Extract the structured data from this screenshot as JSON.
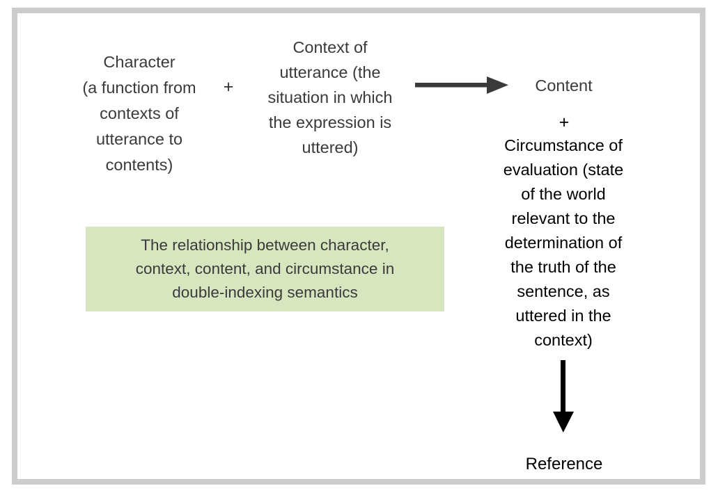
{
  "diagram": {
    "title": "Double-indexing semantics diagram",
    "frame": {
      "border_color": "#cccccc",
      "background": "#ffffff"
    },
    "left_column": {
      "label": "Character\n(a function from\ncontexts of\nutterance to\ncontents)",
      "color": "#3a3a3a"
    },
    "operator_1": "+",
    "middle_column": {
      "label": "Context of\nutterance (the\nsituation in which\nthe expression is\nuttered)",
      "color": "#3a3a3a"
    },
    "arrow_right": {
      "icon": "arrow-right-icon",
      "color": "#3a3a3a",
      "direction": "right"
    },
    "right_column": {
      "content_label": "Content",
      "content_color": "#3a3a3a",
      "operator_2": "+",
      "circumstance_label": "Circumstance of\nevaluation (state\nof the world\nrelevant to the\ndetermination of\nthe truth of the\nsentence, as\nuttered in the\ncontext)",
      "circumstance_color": "#000000"
    },
    "arrow_down": {
      "icon": "arrow-down-icon",
      "color": "#000000",
      "direction": "down"
    },
    "reference_label": "Reference",
    "caption": {
      "text": "The relationship between character,\ncontext, content, and circumstance in\ndouble-indexing semantics",
      "background": "#d8e6c0",
      "color": "#3a3a3a"
    }
  }
}
